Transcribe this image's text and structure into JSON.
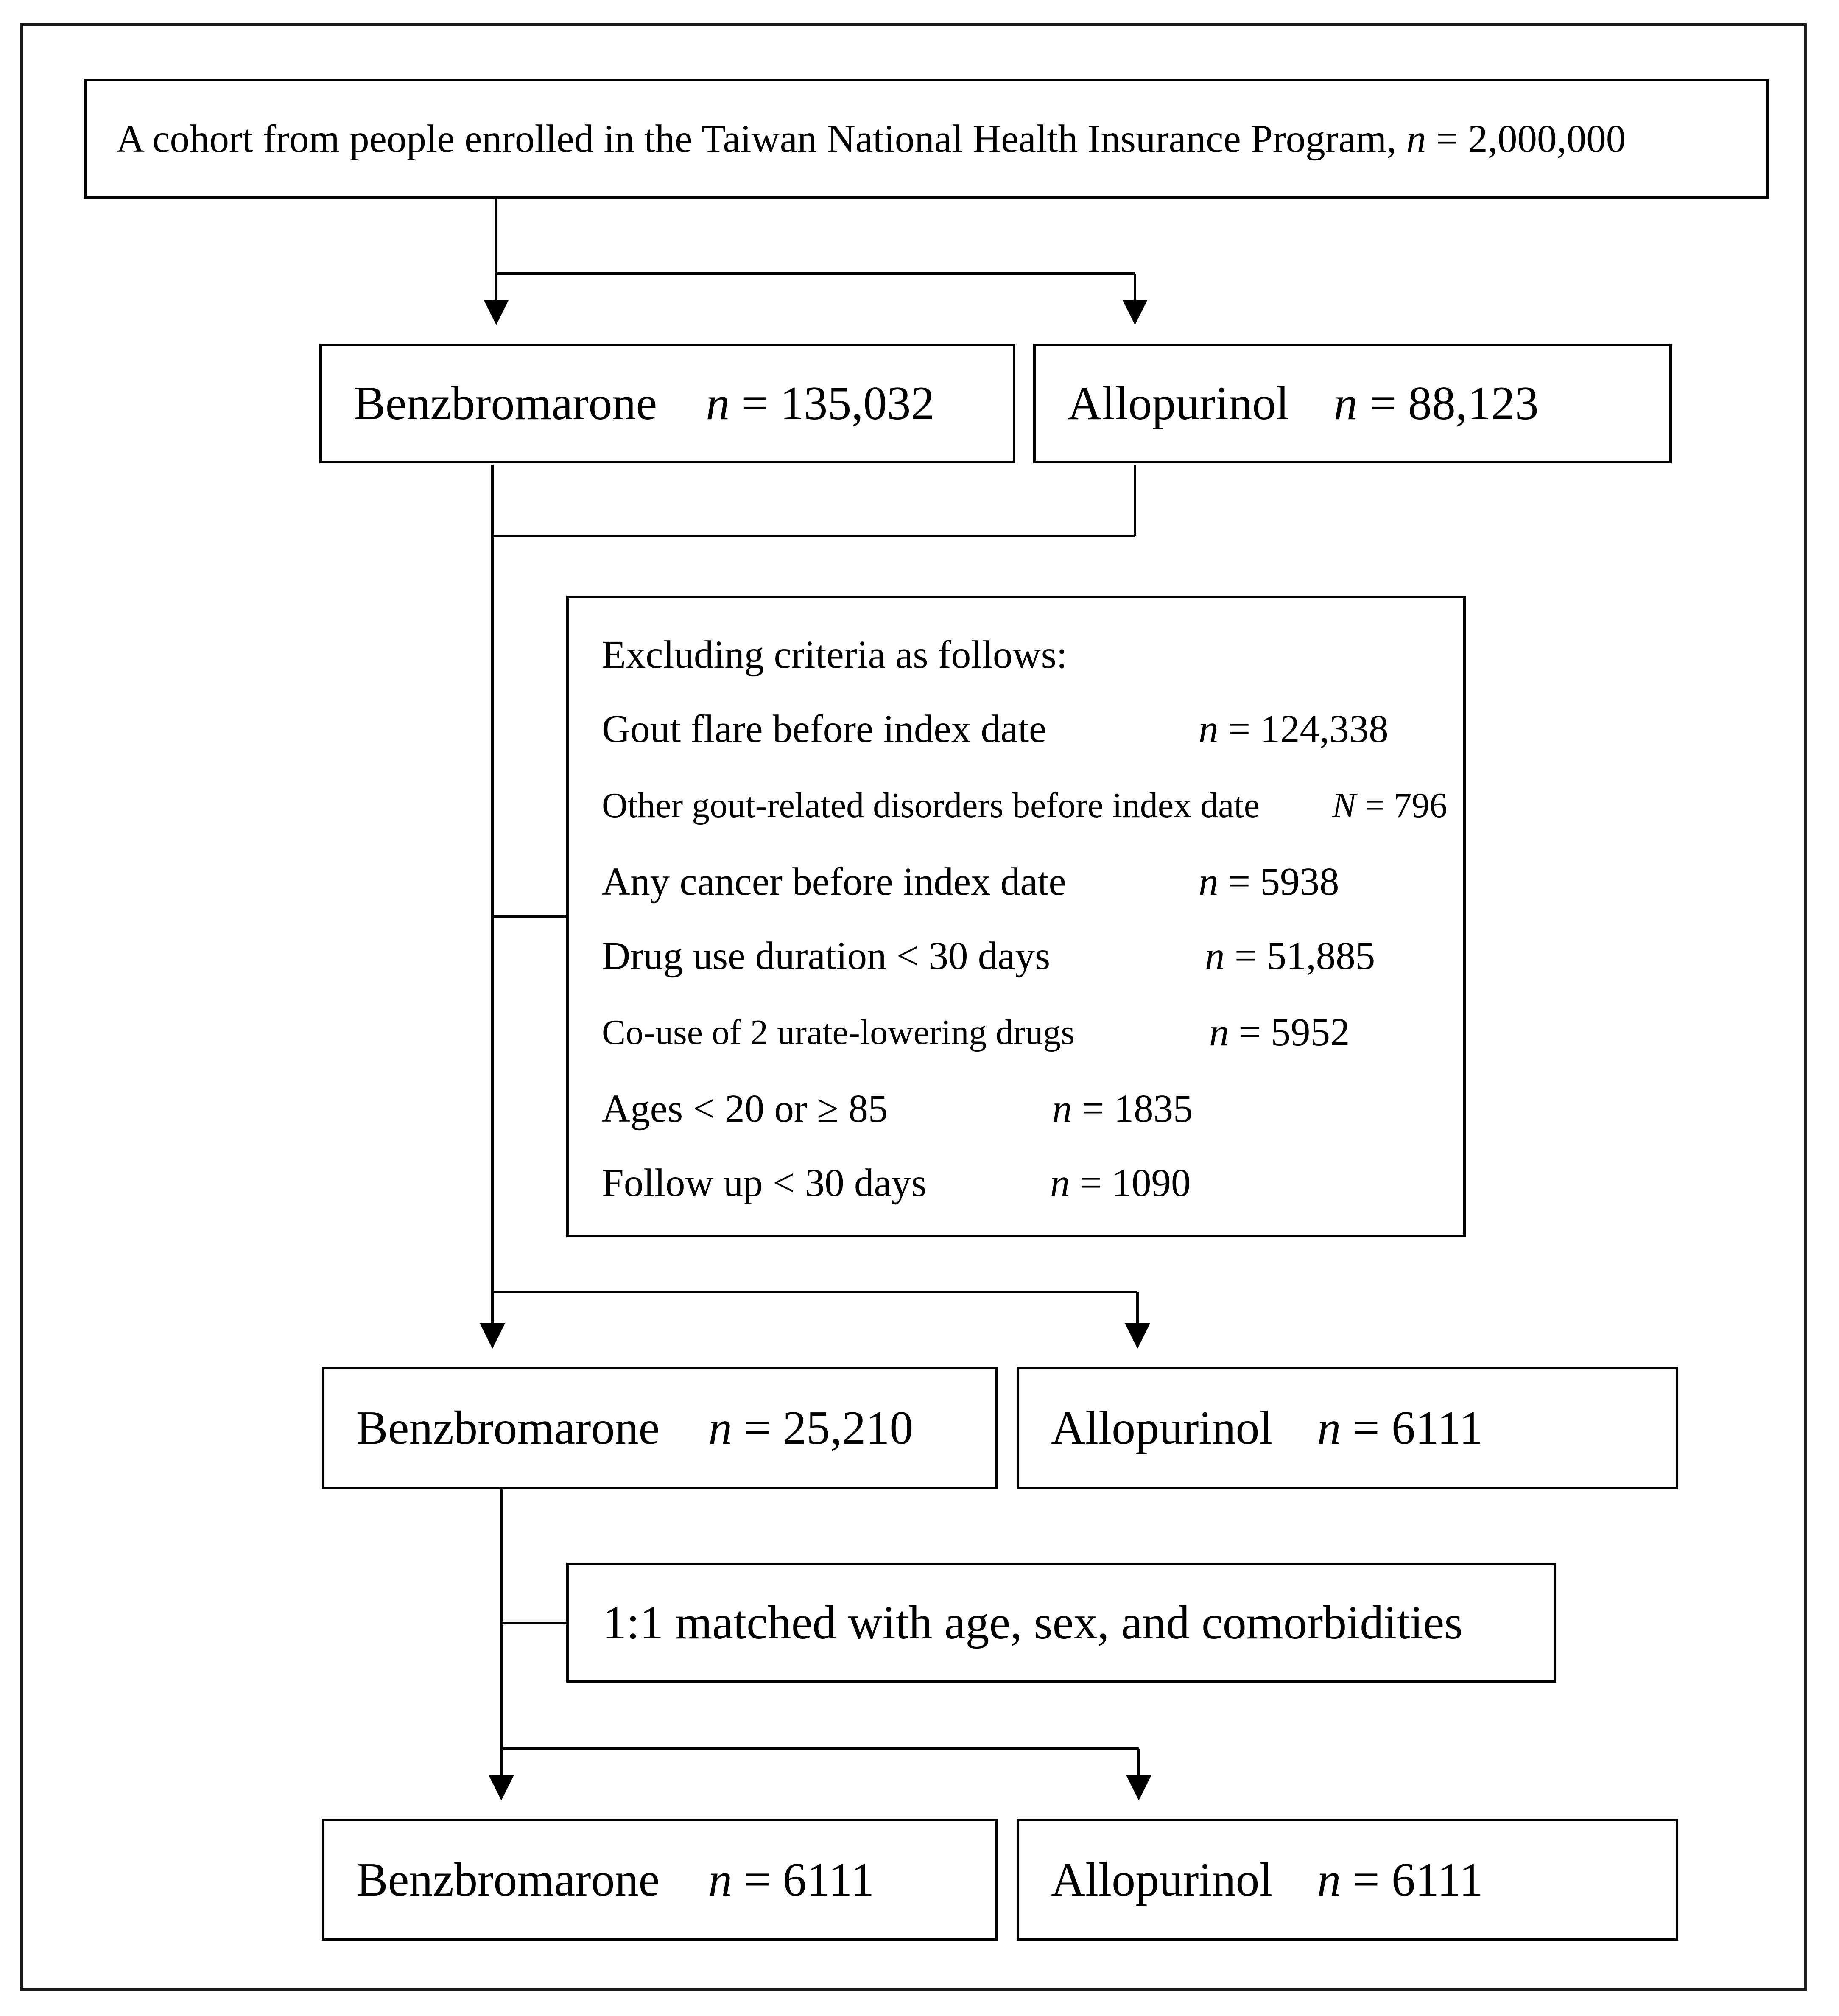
{
  "cohort": {
    "text": "A cohort from people enrolled in the Taiwan National Health Insurance Program,",
    "n_symbol": "n",
    "n_value": "= 2,000,000"
  },
  "initial_groups": [
    {
      "drug": "Benzbromarone",
      "n_symbol": "n",
      "n_value": "= 135,032"
    },
    {
      "drug": "Allopurinol",
      "n_symbol": "n",
      "n_value": "= 88,123"
    }
  ],
  "exclusion": {
    "heading": "Excluding criteria as follows:",
    "criteria": [
      {
        "label": "Gout flare before index date",
        "n_symbol": "n",
        "n_value": "= 124,338"
      },
      {
        "label": "Other gout-related disorders before index date",
        "n_symbol": "N",
        "n_value": "= 796"
      },
      {
        "label": "Any cancer before index date",
        "n_symbol": "n",
        "n_value": "= 5938"
      },
      {
        "label": "Drug use duration < 30 days",
        "n_symbol": "n",
        "n_value": "= 51,885"
      },
      {
        "label": "Co-use of 2 urate-lowering drugs",
        "n_symbol": "n",
        "n_value": "= 5952"
      },
      {
        "label": "Ages < 20 or ≥ 85",
        "n_symbol": "n",
        "n_value": "= 1835"
      },
      {
        "label": "Follow up < 30 days",
        "n_symbol": "n",
        "n_value": "= 1090"
      }
    ]
  },
  "eligible_groups": [
    {
      "drug": "Benzbromarone",
      "n_symbol": "n",
      "n_value": "= 25,210"
    },
    {
      "drug": "Allopurinol",
      "n_symbol": "n",
      "n_value": "= 6111"
    }
  ],
  "matching": {
    "text": "1:1 matched with age, sex, and comorbidities"
  },
  "matched_groups": [
    {
      "drug": "Benzbromarone",
      "n_symbol": "n",
      "n_value": "= 6111"
    },
    {
      "drug": "Allopurinol",
      "n_symbol": "n",
      "n_value": "= 6111"
    }
  ],
  "colors": {
    "line": "#000000",
    "background": "#ffffff",
    "frame": "#1a1a1a"
  }
}
